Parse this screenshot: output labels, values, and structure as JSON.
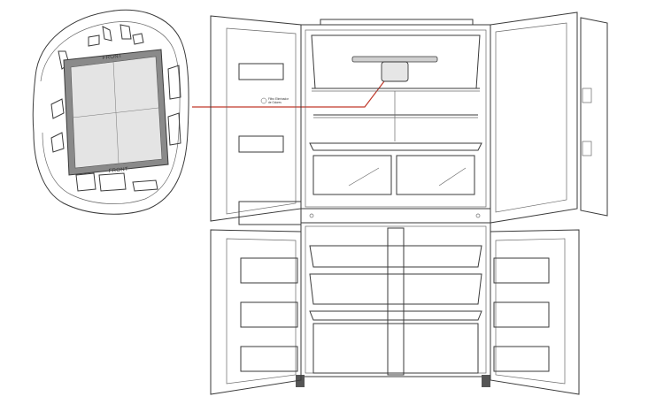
{
  "inset": {
    "filter_label_top": "FRONT",
    "filter_label_bottom": "FRONT"
  },
  "fridge": {
    "sticker_line1": "Filtro Eliminador",
    "sticker_line2": "de Odores"
  },
  "colors": {
    "callout_line": "#c0392b",
    "outline": "#3a3a3a",
    "filter_frame": "#8a8a8a",
    "filter_media": "#e4e4e4"
  }
}
